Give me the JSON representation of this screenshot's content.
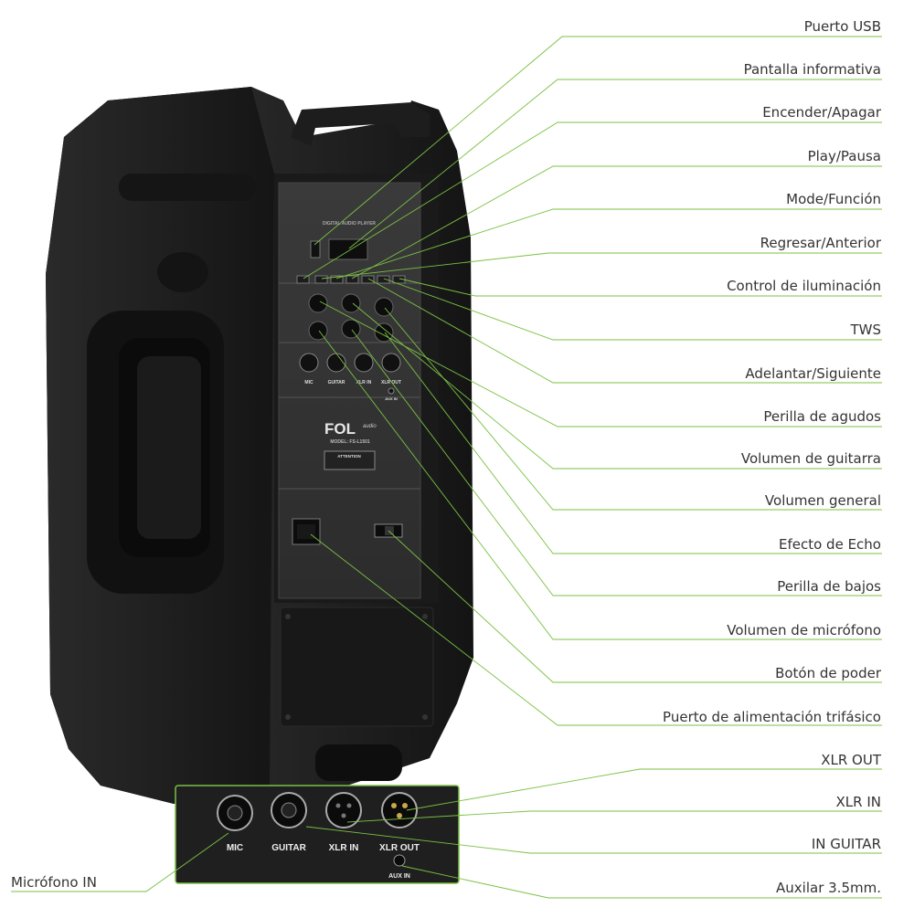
{
  "accent_color": "#7ac143",
  "callouts_right": [
    {
      "id": "usb-port",
      "label": "Puerto USB"
    },
    {
      "id": "info-display",
      "label": "Pantalla informativa"
    },
    {
      "id": "power-on-off",
      "label": "Encender/Apagar"
    },
    {
      "id": "play-pause",
      "label": "Play/Pausa"
    },
    {
      "id": "mode-function",
      "label": "Mode/Función"
    },
    {
      "id": "back-previous",
      "label": "Regresar/Anterior"
    },
    {
      "id": "lighting-control",
      "label": "Control de iluminación"
    },
    {
      "id": "tws",
      "label": "TWS"
    },
    {
      "id": "forward-next",
      "label": "Adelantar/Siguiente"
    },
    {
      "id": "treble-knob",
      "label": "Perilla de agudos"
    },
    {
      "id": "guitar-volume",
      "label": "Volumen de guitarra"
    },
    {
      "id": "master-volume",
      "label": "Volumen general"
    },
    {
      "id": "echo-effect",
      "label": "Efecto de Echo"
    },
    {
      "id": "bass-knob",
      "label": "Perilla de bajos"
    },
    {
      "id": "mic-volume",
      "label": "Volumen de micrófono"
    },
    {
      "id": "power-button",
      "label": "Botón de poder"
    },
    {
      "id": "three-phase-power-port",
      "label": "Puerto de alimentación trifásico"
    },
    {
      "id": "xlr-out",
      "label": "XLR OUT"
    },
    {
      "id": "xlr-in",
      "label": "XLR IN"
    },
    {
      "id": "in-guitar",
      "label": "IN GUITAR"
    },
    {
      "id": "aux-in",
      "label": "Auxilar 3.5mm."
    }
  ],
  "callout_left": {
    "id": "mic-in",
    "label": "Micrófono IN"
  },
  "panel": {
    "player_title": "DIGITAL AUDIO PLAYER",
    "brand": "FOL",
    "brand_sub": "audio",
    "model": "MODEL: FS-L1501",
    "attention": "ATTENTION",
    "jack_labels": [
      "MIC",
      "GUITAR",
      "XLR IN",
      "XLR OUT"
    ],
    "aux_label": "AUX IN"
  },
  "inset": {
    "jack_labels": [
      "MIC",
      "GUITAR",
      "XLR IN",
      "XLR OUT"
    ],
    "aux_label": "AUX IN"
  }
}
